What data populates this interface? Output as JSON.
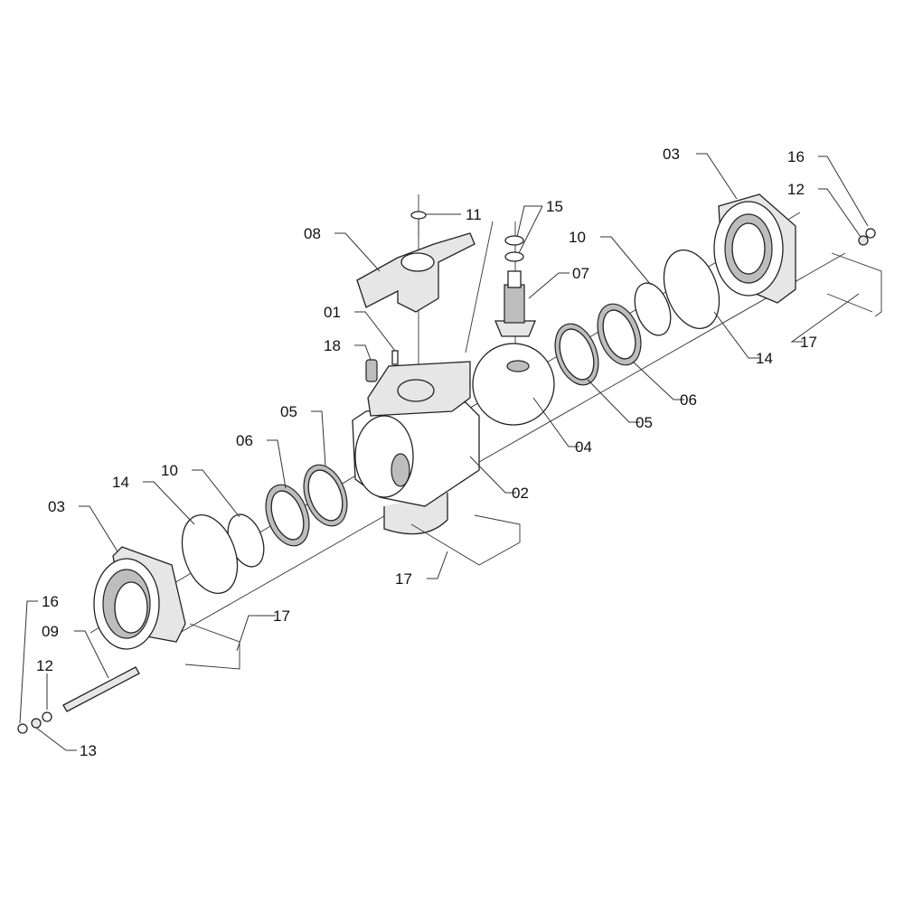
{
  "diagram": {
    "title": "Ball valve exploded view",
    "labels": {
      "l03_right": "03",
      "l16_right": "16",
      "l12_right": "12",
      "l15": "15",
      "l11": "11",
      "l08": "08",
      "l10_right": "10",
      "l07": "07",
      "l01": "01",
      "l17_right": "17",
      "l18": "18",
      "l14_right": "14",
      "l06_right": "06",
      "l05_left": "05",
      "l05_right": "05",
      "l06_left": "06",
      "l04": "04",
      "l10_left": "10",
      "l14_left": "14",
      "l02": "02",
      "l03_left": "03",
      "l17_mid": "17",
      "l16_left": "16",
      "l17_left": "17",
      "l09": "09",
      "l12_left": "12",
      "l13": "13"
    }
  }
}
